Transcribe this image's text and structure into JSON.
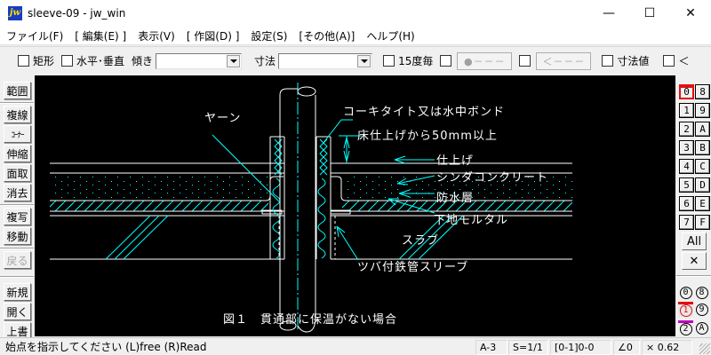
{
  "window": {
    "app_icon_label": "jw",
    "title": "sleeve-09 - jw_win",
    "controls": {
      "minimize": "—",
      "maximize": "☐",
      "close": "✕"
    }
  },
  "menu": {
    "items": [
      {
        "label": "ファイル(F)"
      },
      {
        "label": "[ 編集(E) ]"
      },
      {
        "label": "表示(V)"
      },
      {
        "label": "[ 作図(D) ]"
      },
      {
        "label": "設定(S)"
      },
      {
        "label": "[その他(A)]"
      },
      {
        "label": "ヘルプ(H)"
      }
    ]
  },
  "toolbar": {
    "rect_label": "矩形",
    "hv_label": "水平･垂直",
    "tilt_label": "傾き",
    "tilt_value": "",
    "dim_label": "寸法",
    "dim_value": "",
    "every15_label": "15度毎",
    "point_btn_label": "●－－－",
    "arrow_btn_label": "＜－－－",
    "dimval_label": "寸法値",
    "lt_label": "＜"
  },
  "left_tools": {
    "items": [
      {
        "label": "範囲"
      },
      {
        "label": "複線"
      },
      {
        "label": "ｺｰﾅｰ"
      },
      {
        "label": "伸縮"
      },
      {
        "label": "面取"
      },
      {
        "label": "消去"
      },
      {
        "label": "複写"
      },
      {
        "label": "移動"
      },
      {
        "label": "戻る"
      },
      {
        "label": "新規"
      },
      {
        "label": "開く"
      },
      {
        "label": "上書"
      }
    ]
  },
  "drawing": {
    "labels": {
      "yarn": "ヤーン",
      "caulk": "コーキタイト又は水中ボンド",
      "above_floor": "床仕上げから50mm以上",
      "finish": "仕上げ",
      "cinder": "シンダコンクリート",
      "waterproof": "防水層",
      "mortar": "下地モルタル",
      "slab": "スラブ",
      "sleeve": "ツバ付鉄管スリーブ",
      "caption": "図１　貫通部に保温がない場合"
    },
    "colors": {
      "line": "#ffffff",
      "accent": "#00ffff",
      "background": "#000000"
    }
  },
  "layers": {
    "left_col": [
      "0",
      "1",
      "2",
      "3",
      "4",
      "5",
      "6",
      "7"
    ],
    "right_col": [
      "8",
      "9",
      "A",
      "B",
      "C",
      "D",
      "E",
      "F"
    ],
    "active": "0",
    "all_label": "All",
    "clear_label": "✕"
  },
  "groups": {
    "items": [
      {
        "label": "0"
      },
      {
        "label": "8"
      },
      {
        "label": "1"
      },
      {
        "label": "9"
      },
      {
        "label": "2"
      },
      {
        "label": "A"
      }
    ],
    "active": "1"
  },
  "status": {
    "message": "始点を指示してください (L)free (R)Read",
    "paper": "A-3",
    "scale": "S=1/1",
    "layer": "[0-1]0-0",
    "angle": "∠0",
    "zoom": "× 0.62"
  }
}
